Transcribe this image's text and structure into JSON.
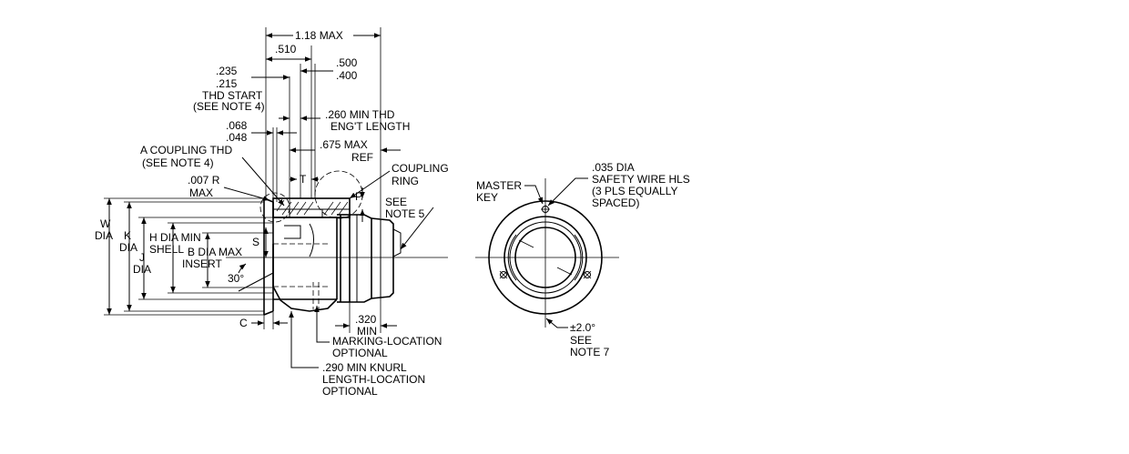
{
  "labels": {
    "max_118": "1.18 MAX",
    "d510": ".510",
    "d500": ".500",
    "d400": ".400",
    "d235": ".235",
    "d215": ".215",
    "thd_start": "THD START",
    "see_note_4a": "(SEE NOTE 4)",
    "min_thd_260": ".260 MIN THD",
    "engt_length": "ENG'T LENGTH",
    "d068": ".068",
    "d048": ".048",
    "max_675": ".675 MAX",
    "ref": "REF",
    "a_coupling_thd": "A COUPLING THD",
    "see_note_4b": "(SEE NOTE 4)",
    "coupling": "COUPLING",
    "ring": "RING",
    "r007": ".007 R",
    "max_r": "MAX",
    "t": "T",
    "p": "P",
    "see": "SEE",
    "note5": "NOTE 5",
    "w": "W",
    "w_dia": "DIA",
    "k": "K",
    "k_dia": "DIA",
    "h_dia_min": "H DIA MIN",
    "shell": "SHELL",
    "s": "S",
    "b_dia_max": "B DIA MAX",
    "insert": "INSERT",
    "j": "J",
    "j_dia": "DIA",
    "deg30": "30°",
    "c": "C",
    "d320": ".320",
    "min320": "MIN",
    "marking_location": "MARKING-LOCATION",
    "optional_a": "OPTIONAL",
    "min_knurl_290": ".290 MIN KNURL",
    "length_location": "LENGTH-LOCATION",
    "optional_b": "OPTIONAL",
    "master": "MASTER",
    "key": "KEY",
    "dia035": ".035 DIA",
    "safety_wire": "SAFETY WIRE HLS",
    "pls_equally": "(3 PLS EQUALLY",
    "spaced": "SPACED)",
    "pm_2": "±2.0°",
    "see_b": "SEE",
    "note7": "NOTE 7"
  }
}
